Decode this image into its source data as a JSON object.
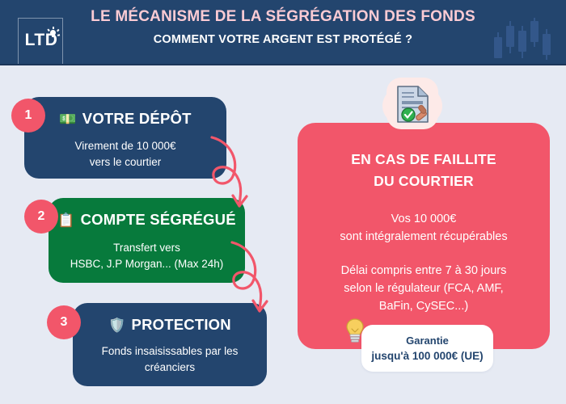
{
  "header": {
    "logo_text": "LTD",
    "logo_icon": "lightbulb-icon",
    "title": "LE MÉCANISME DE LA SÉGRÉGATION DES FONDS",
    "subtitle": "COMMENT VOTRE ARGENT EST PROTÉGÉ ?",
    "decoration_icon": "candlestick-chart-icon"
  },
  "colors": {
    "navy": "#23456e",
    "pink": "#f2566a",
    "green": "#077a3c",
    "background": "#e6eaf3",
    "title_pink": "#fbcbd4",
    "white": "#ffffff",
    "badge_bg": "#fdeae8"
  },
  "steps": [
    {
      "number": "1",
      "icon": "banknote-icon",
      "emoji": "💵",
      "title": "VOTRE DÉPÔT",
      "body_line1": "Virement de 10 000€",
      "body_line2": "vers le courtier",
      "color": "navy"
    },
    {
      "number": "2",
      "icon": "clipboard-icon",
      "emoji": "📋",
      "title": "COMPTE SÉGRÉGUÉ",
      "body_line1": "Transfert vers",
      "body_line2": "HSBC, J.P Morgan... (Max 24h)",
      "color": "green"
    },
    {
      "number": "3",
      "icon": "shield-icon",
      "emoji": "🛡️",
      "title": "PROTECTION",
      "body_line1": "Fonds insaisissables par les",
      "body_line2": "créanciers",
      "color": "navy"
    }
  ],
  "panel": {
    "badge_icon": "stamped-document-icon",
    "heading_line1": "EN CAS DE FAILLITE",
    "heading_line2": "DU COURTIER",
    "block1_line1": "Vos 10 000€",
    "block1_line2": "sont intégralement récupérables",
    "block2_line1": "Délai compris entre 7 à 30 jours",
    "block2_line2": "selon le régulateur (FCA, AMF,",
    "block2_line3": "BaFin, CySEC...)"
  },
  "guarantee": {
    "icon": "lightbulb-icon",
    "title": "Garantie",
    "subtitle": "jusqu'à 100 000€ (UE)"
  }
}
